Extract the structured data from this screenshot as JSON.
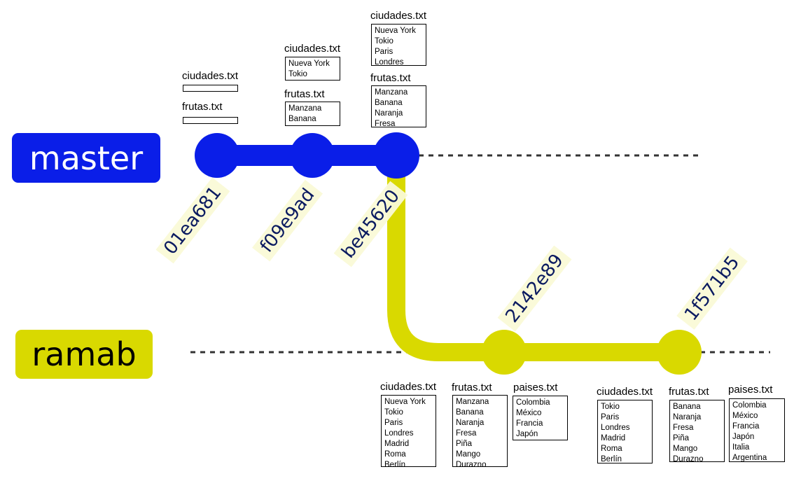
{
  "colors": {
    "master": "#0a1ee8",
    "ramab": "#d9d900",
    "dashed": "#333333"
  },
  "branches": {
    "master": "master",
    "ramab": "ramab"
  },
  "commits": [
    {
      "hash": "01ea681",
      "branch": "master",
      "files": [
        {
          "name": "ciudades.txt",
          "lines": []
        },
        {
          "name": "frutas.txt",
          "lines": []
        }
      ]
    },
    {
      "hash": "f09e9ad",
      "branch": "master",
      "files": [
        {
          "name": "ciudades.txt",
          "lines": [
            "Nueva York",
            "Tokio"
          ]
        },
        {
          "name": "frutas.txt",
          "lines": [
            "Manzana",
            "Banana"
          ]
        }
      ]
    },
    {
      "hash": "be45620",
      "branch": "master",
      "files": [
        {
          "name": "ciudades.txt",
          "lines": [
            "Nueva York",
            "Tokio",
            "Paris",
            "Londres"
          ]
        },
        {
          "name": "frutas.txt",
          "lines": [
            "Manzana",
            "Banana",
            "Naranja",
            "Fresa"
          ]
        }
      ]
    },
    {
      "hash": "2142e89",
      "branch": "ramab",
      "files": [
        {
          "name": "ciudades.txt",
          "lines": [
            "Nueva York",
            "Tokio",
            "Paris",
            "Londres",
            "Madrid",
            "Roma",
            "Berlín"
          ]
        },
        {
          "name": "frutas.txt",
          "lines": [
            "Manzana",
            "Banana",
            "Naranja",
            "Fresa",
            "Piña",
            "Mango",
            "Durazno"
          ]
        },
        {
          "name": "paises.txt",
          "lines": [
            "Colombia",
            "México",
            "Francia",
            "Japón"
          ]
        }
      ]
    },
    {
      "hash": "1f571b5",
      "branch": "ramab",
      "files": [
        {
          "name": "ciudades.txt",
          "lines": [
            "Tokio",
            "Paris",
            "Londres",
            "Madrid",
            "Roma",
            "Berlín"
          ]
        },
        {
          "name": "frutas.txt",
          "lines": [
            "Banana",
            "Naranja",
            "Fresa",
            "Piña",
            "Mango",
            "Durazno"
          ]
        },
        {
          "name": "paises.txt",
          "lines": [
            "Colombia",
            "México",
            "Francia",
            "Japón",
            "Italia",
            "Argentina"
          ]
        }
      ]
    }
  ]
}
